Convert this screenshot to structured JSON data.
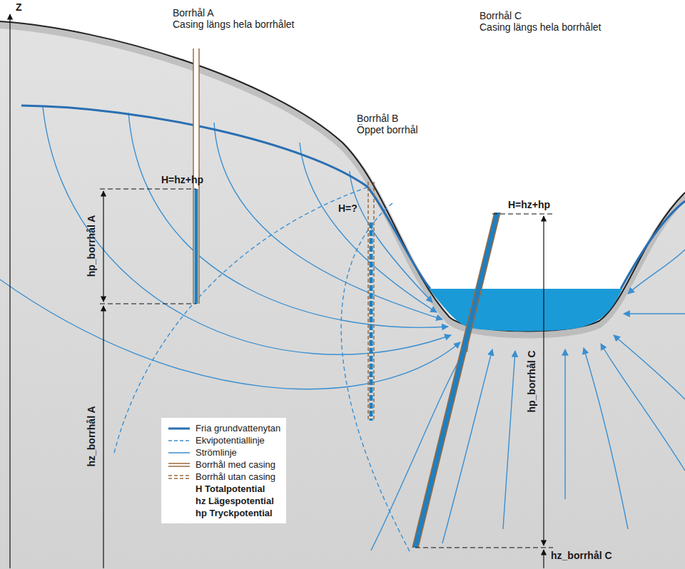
{
  "diagram": {
    "labels": [
      "Z",
      "Borrhål A",
      "Casing längs hela borrhålet",
      "H=hz+hp",
      "hp_borrhål A",
      "hz_borrhål A",
      "Borrhål B",
      "Öppet borrhål",
      "H=?",
      "Borrhål C",
      "Casing längs hela borrhålet",
      "H=hz+hp",
      "hp_borrhål C",
      "hz_borrhål C"
    ],
    "legend": [
      {
        "text": "Fria grundvattenytan"
      },
      {
        "text": "Ekvipotentiallinje"
      },
      {
        "text": "Strömlinje"
      },
      {
        "text": "Borrhål med casing"
      },
      {
        "text": "Borrhål utan casing"
      },
      {
        "text": "H Totalpotential"
      },
      {
        "text": "hz Lägespotential"
      },
      {
        "text": "hp Tryckpotential"
      }
    ]
  }
}
